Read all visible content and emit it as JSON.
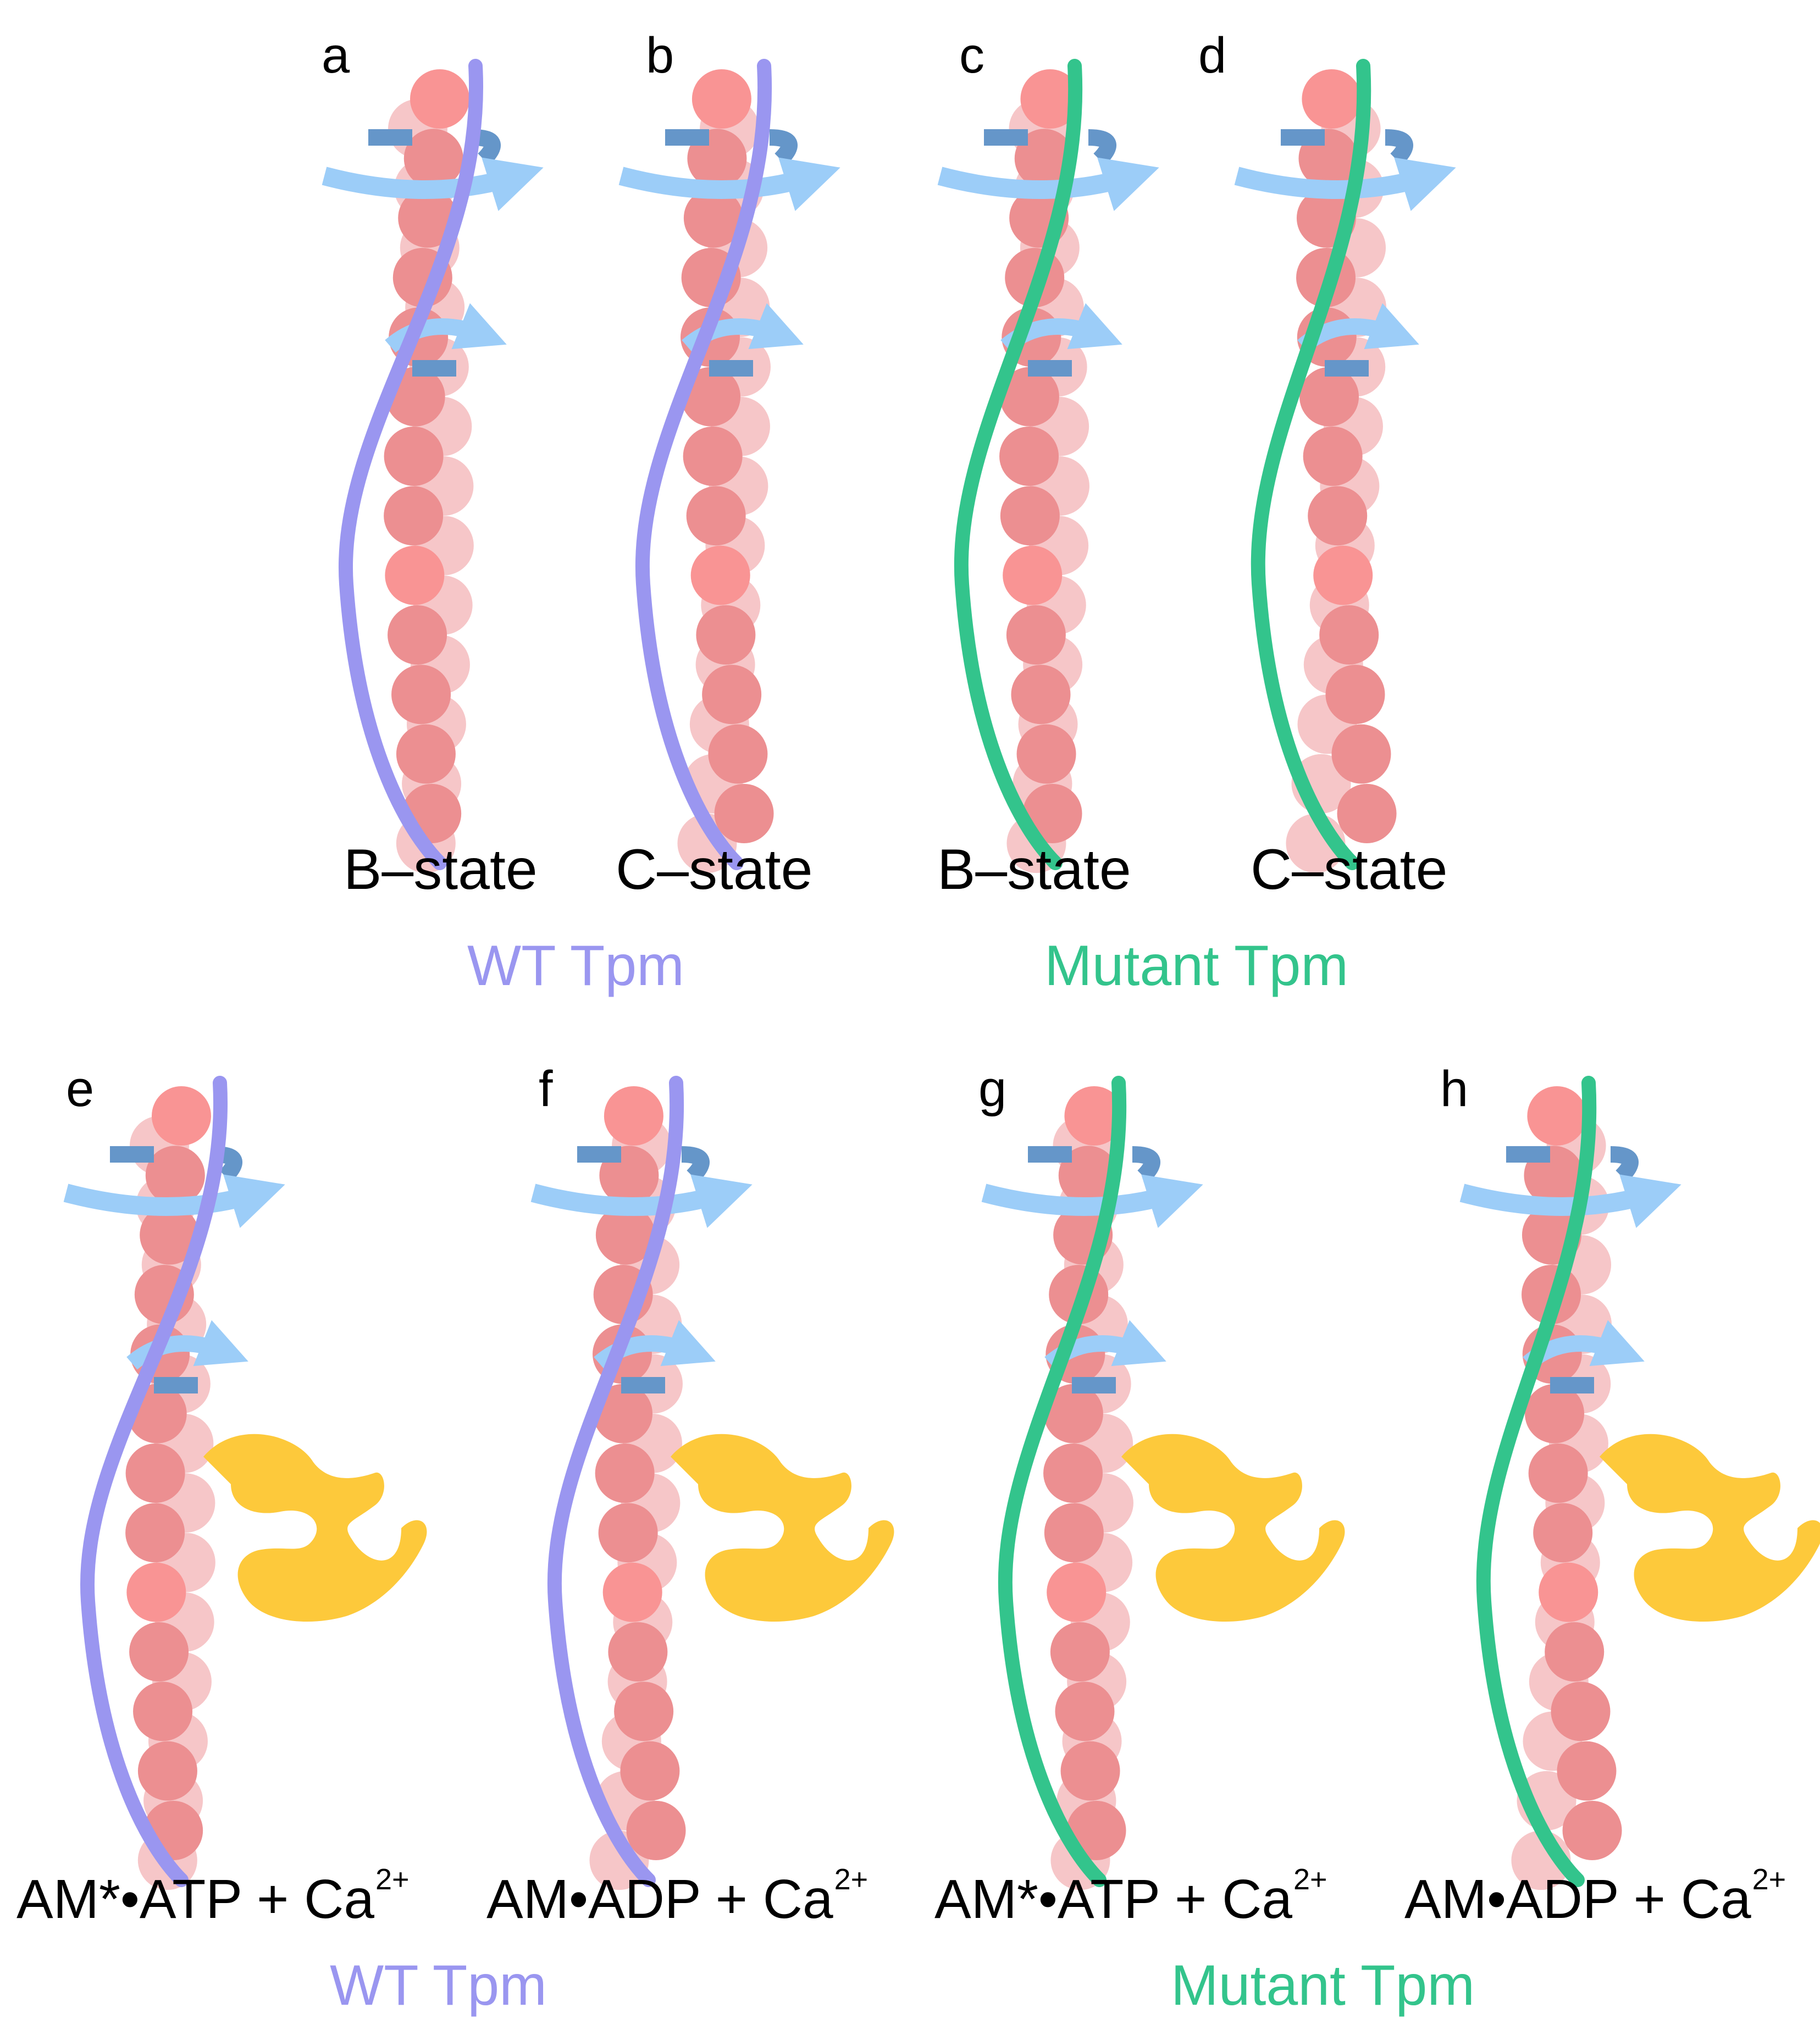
{
  "colors": {
    "actin_dark": "#ec8f91",
    "actin_light": "#f6c6c8",
    "actin_accent": "#f99494",
    "wt_tpm": "#9a96f0",
    "mutant_tpm": "#33c48c",
    "arrow_light": "#9ccdf8",
    "arrow_dark": "#6596c9",
    "myosin": "#fdc93b"
  },
  "top_row": {
    "panels": [
      {
        "letter": "a",
        "state": "B–state",
        "tpm": "wt",
        "myosin": false
      },
      {
        "letter": "b",
        "state": "C–state",
        "tpm": "wt",
        "myosin": false
      },
      {
        "letter": "c",
        "state": "B–state",
        "tpm": "mutant",
        "myosin": false
      },
      {
        "letter": "d",
        "state": "C–state",
        "tpm": "mutant",
        "myosin": false
      }
    ],
    "group_wt": "WT Tpm",
    "group_mutant": "Mutant Tpm"
  },
  "bottom_row": {
    "panels": [
      {
        "letter": "e",
        "condition": "AM*•ATP + Ca",
        "sup": "2+",
        "tpm": "wt",
        "myosin": true
      },
      {
        "letter": "f",
        "condition": "AM•ADP + Ca",
        "sup": "2+",
        "tpm": "wt",
        "myosin": true
      },
      {
        "letter": "g",
        "condition": "AM*•ATP + Ca",
        "sup": "2+",
        "tpm": "mutant",
        "myosin": true
      },
      {
        "letter": "h",
        "condition": "AM•ADP + Ca",
        "sup": "2+",
        "tpm": "mutant",
        "myosin": true
      }
    ],
    "group_wt": "WT Tpm",
    "group_mutant": "Mutant Tpm"
  }
}
